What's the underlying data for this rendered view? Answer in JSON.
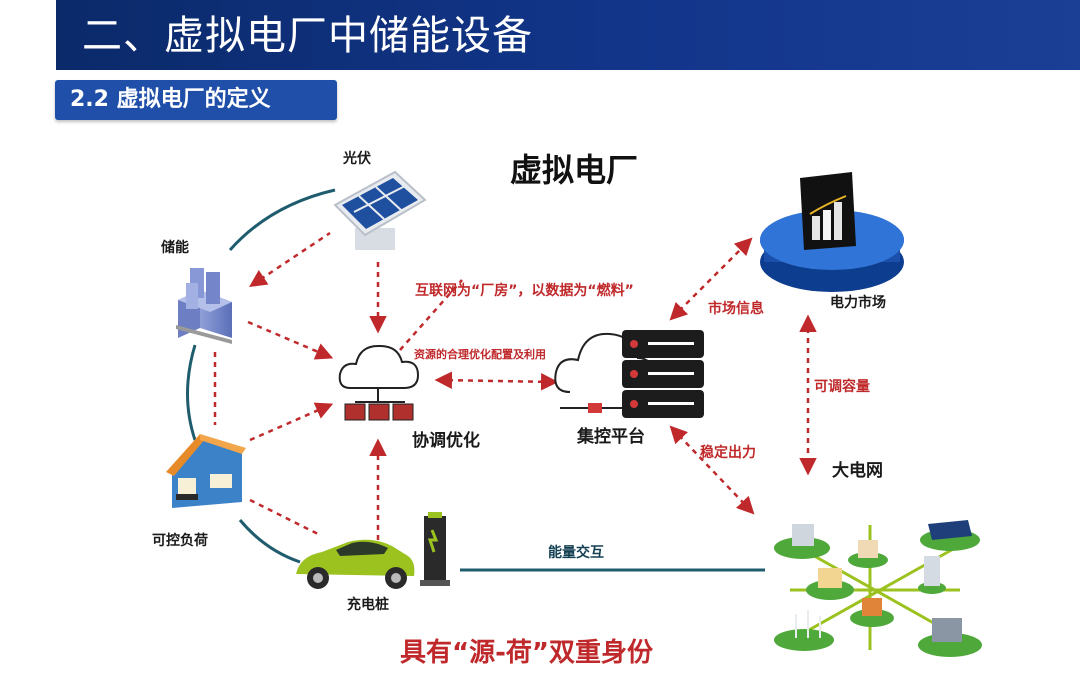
{
  "header": {
    "title": "二、虚拟电厂中储能设备",
    "subtitle": "2.2 虚拟电厂的定义"
  },
  "diagram": {
    "main_title": "虚拟电厂",
    "nodes": {
      "pv": "光伏",
      "storage": "储能",
      "load": "可控负荷",
      "charger": "充电桩",
      "coordination": "协调优化",
      "control_platform": "集控平台",
      "market": "电力市场",
      "grid": "大电网"
    },
    "annotations": {
      "factory_fuel": "互联网为“厂房”，以数据为“燃料”",
      "resource_optimization": "资源的合理优化配置及利用",
      "market_info": "市场信息",
      "adjustable_capacity": "可调容量",
      "stable_output": "稳定出力",
      "energy_interaction": "能量交互"
    },
    "footer": "具有“源-荷”双重身份"
  },
  "colors": {
    "title_bar": "#12358a",
    "subtitle_box": "#1f4fa8",
    "red_accent": "#c0292b",
    "teal_line": "#1f5c6e",
    "ev_green": "#9bc21f"
  },
  "icons": [
    "solar-panel-icon",
    "battery-storage-icon",
    "house-icon",
    "ev-car-icon",
    "charging-pile-icon",
    "cloud-icon",
    "server-icon",
    "market-chart-icon",
    "smart-grid-icon"
  ]
}
